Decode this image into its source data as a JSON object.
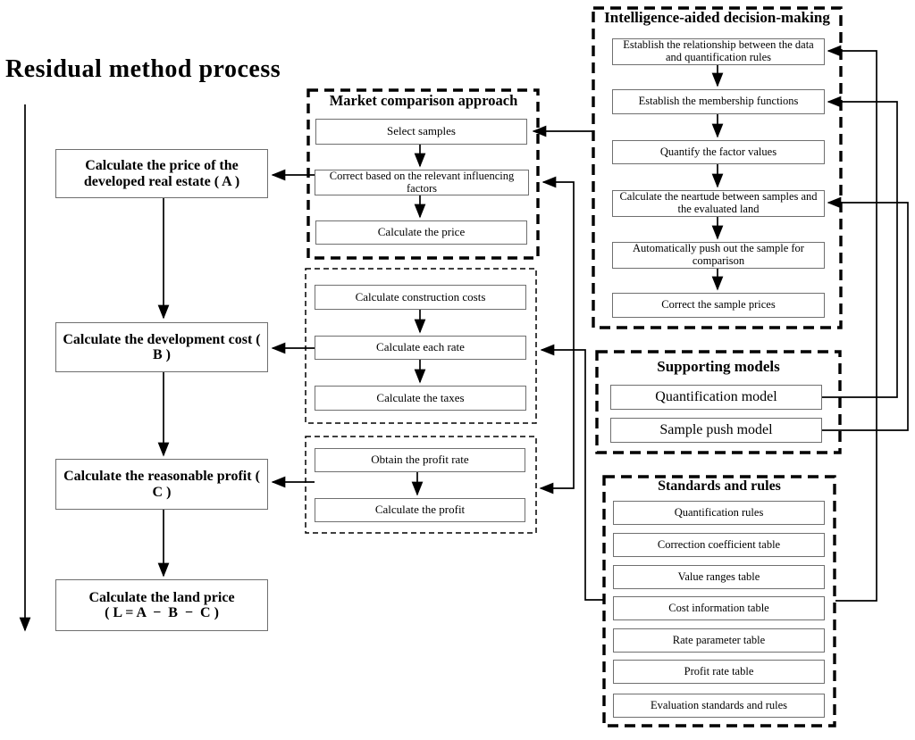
{
  "diagram": {
    "title": "Residual method process",
    "left_flow": {
      "box_a": "Calculate the price of the developed real estate ( A )",
      "box_b": "Calculate the development cost ( B )",
      "box_c": "Calculate the reasonable profit ( C )",
      "box_l_line1": "Calculate the land price",
      "box_l_line2": "( L = A  −  B  −  C )"
    },
    "groups": {
      "market": {
        "title": "Market comparison approach",
        "boxes": [
          "Select samples",
          "Correct based on the relevant influencing factors",
          "Calculate the price"
        ]
      },
      "cost": {
        "boxes": [
          "Calculate construction costs",
          "Calculate each rate",
          "Calculate the taxes"
        ]
      },
      "profit": {
        "boxes": [
          "Obtain the profit rate",
          "Calculate the profit"
        ]
      },
      "intelligence": {
        "title": "Intelligence-aided decision-making",
        "boxes": [
          "Establish the relationship between the data and quantification rules",
          "Establish the membership functions",
          "Quantify the factor values",
          "Calculate the neartude between samples and the evaluated land",
          "Automatically push out the sample for comparison",
          "Correct the sample prices"
        ]
      },
      "models": {
        "title": "Supporting models",
        "boxes": [
          "Quantification model",
          "Sample push model"
        ]
      },
      "standards": {
        "title": "Standards and rules",
        "boxes": [
          "Quantification rules",
          "Correction coefficient table",
          "Value ranges table",
          "Cost information table",
          "Rate parameter table",
          "Profit rate table",
          "Evaluation standards and rules"
        ]
      }
    },
    "colors": {
      "line": "#000000",
      "box_border": "#6f6f6f",
      "background": "#ffffff"
    }
  }
}
